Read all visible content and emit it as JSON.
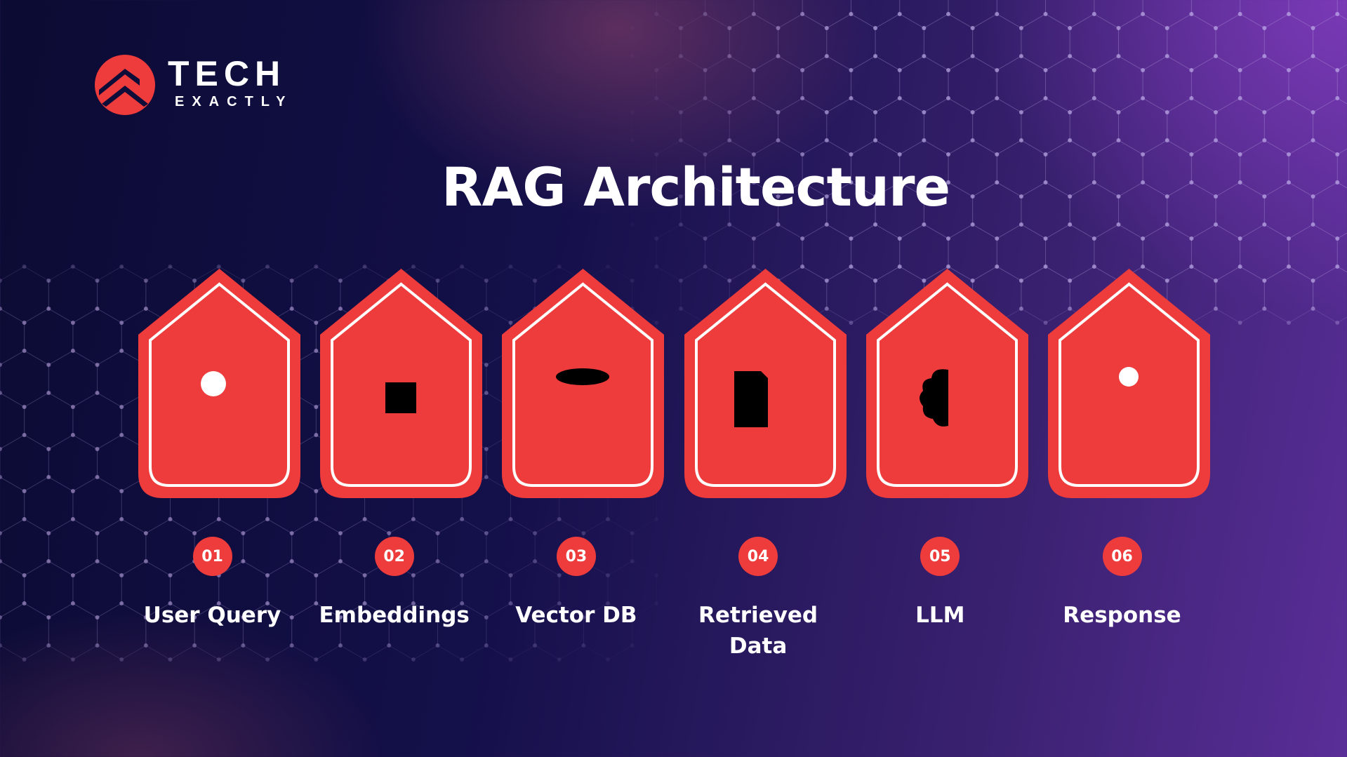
{
  "logo": {
    "name": "TECH",
    "sub": "EXACTLY"
  },
  "title": "RAG Architecture",
  "colors": {
    "accent": "#ee3b3b",
    "background": "#14104a",
    "text": "#ffffff"
  },
  "steps": [
    {
      "number": "01",
      "label": "User Query",
      "icon": "user-question-icon"
    },
    {
      "number": "02",
      "label": "Embeddings",
      "icon": "chip-gear-icon"
    },
    {
      "number": "03",
      "label": "Vector DB",
      "icon": "database-icon"
    },
    {
      "number": "04",
      "label": "Retrieved Data",
      "icon": "document-database-icon"
    },
    {
      "number": "05",
      "label": "LLM",
      "icon": "brain-circuit-icon"
    },
    {
      "number": "06",
      "label": "Response",
      "icon": "hand-check-icon"
    }
  ]
}
